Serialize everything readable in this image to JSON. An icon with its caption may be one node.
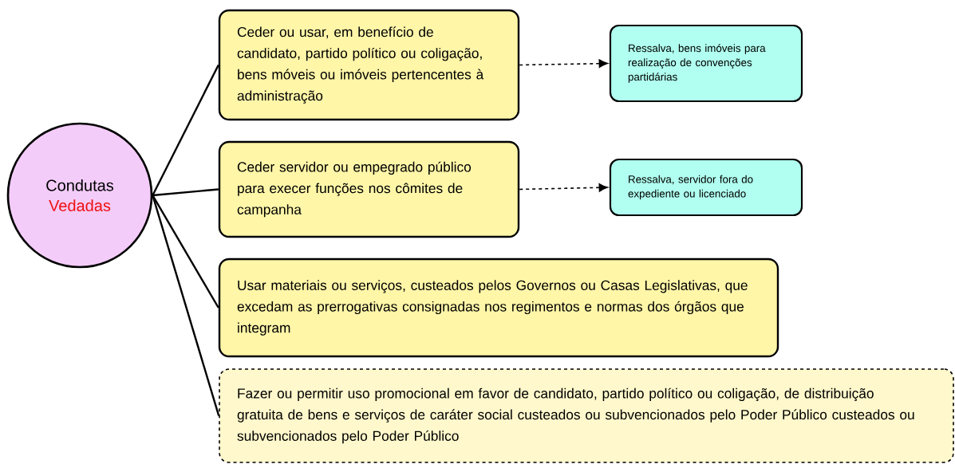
{
  "diagram": {
    "nodes": [
      {
        "text": [
          "Condutas",
          "Vedadas"
        ]
      },
      {
        "text": [
          "Ceder ou usar, em benefício de candidato, partido político ou coligação, bens móveis ou imóveis pertencentes à administração"
        ]
      },
      {
        "text": [
          "Ressalva, bens imóveis para realização de convenções partidárias"
        ]
      },
      {
        "text": [
          "Ceder servidor ou empegrado público para execer funções nos cômites de campanha"
        ]
      },
      {
        "text": [
          "Ressalva, servidor fora do expediente ou licenciado"
        ]
      },
      {
        "text": [
          "Usar materiais ou serviços, custeados pelos Governos ou Casas Legislativas, que excedam as prerrogativas consignadas nos regimentos e normas dos órgãos que integram"
        ]
      },
      {
        "text": [
          "Fazer ou permitir uso promocional em favor de candidato, partido político ou coligação, de distribuição gratuita de bens e serviços de caráter social custeados ou subvencionados pelo Poder Público custeados ou subvencionados pelo Poder Público"
        ]
      }
    ],
    "edges": [
      {
        "from": 0,
        "to": 1,
        "arrow": "none"
      },
      {
        "from": 0,
        "to": 3,
        "arrow": "none"
      },
      {
        "from": 0,
        "to": 5,
        "arrow": "none"
      },
      {
        "from": 0,
        "to": 6,
        "arrow": "none"
      },
      {
        "from": 1,
        "to": 2,
        "arrow": "to",
        "style": "dashed"
      },
      {
        "from": 3,
        "to": 4,
        "arrow": "to",
        "style": "dashed"
      }
    ]
  }
}
